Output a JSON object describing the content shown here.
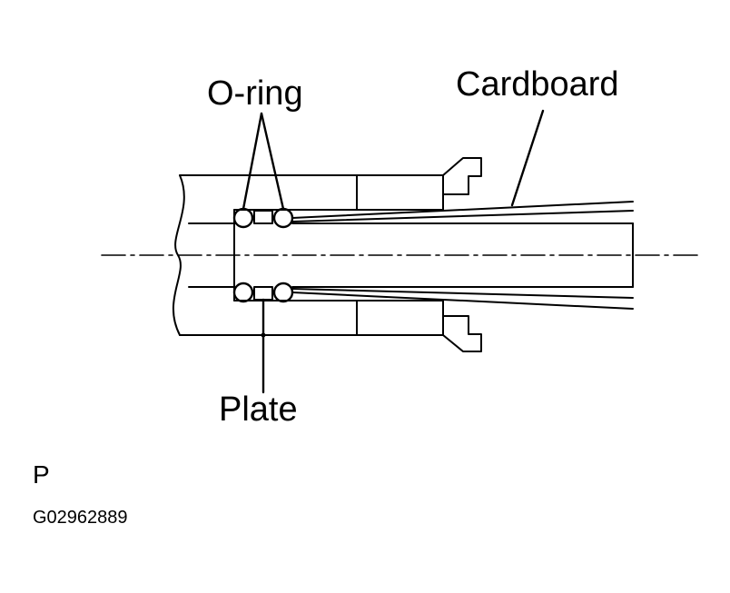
{
  "diagram": {
    "labels": {
      "o_ring": "O-ring",
      "cardboard": "Cardboard",
      "plate": "Plate",
      "view_letter": "P",
      "figure_id": "G02962889"
    }
  }
}
